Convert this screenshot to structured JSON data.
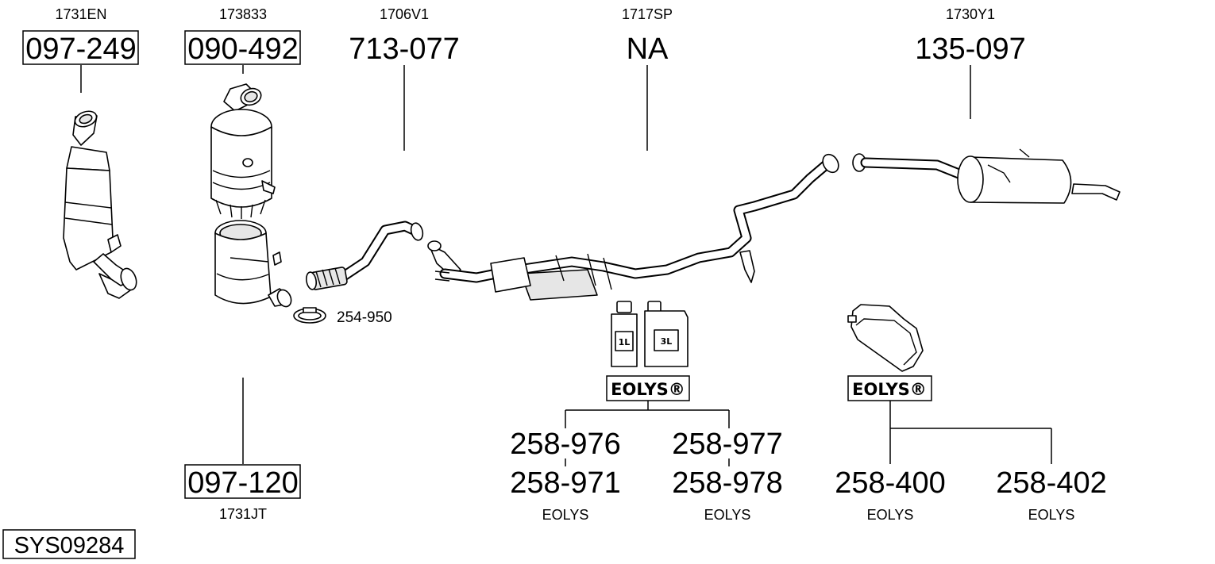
{
  "diagram": {
    "system_code": "SYS09284",
    "parts": [
      {
        "ref": "1731EN",
        "code": "097-249",
        "boxed": true
      },
      {
        "ref": "173833",
        "code": "090-492",
        "boxed": true
      },
      {
        "ref": "1706V1",
        "code": "713-077",
        "boxed": false
      },
      {
        "ref": "1717SP",
        "code": "NA",
        "boxed": false
      },
      {
        "ref": "1730Y1",
        "code": "135-097",
        "boxed": false
      },
      {
        "ref": "1731JT",
        "code": "097-120",
        "boxed": true
      }
    ],
    "clamp": {
      "code": "254-950"
    },
    "containers": {
      "small": "1L",
      "large": "3L"
    },
    "eolys_left": {
      "brand": "EOLYS®",
      "codes": [
        "258-976",
        "258-971",
        "258-977",
        "258-978"
      ],
      "labels": [
        "EOLYS",
        "EOLYS"
      ]
    },
    "eolys_right": {
      "brand": "EOLYS®",
      "codes": [
        "258-400",
        "258-402"
      ],
      "labels": [
        "EOLYS",
        "EOLYS"
      ]
    }
  }
}
